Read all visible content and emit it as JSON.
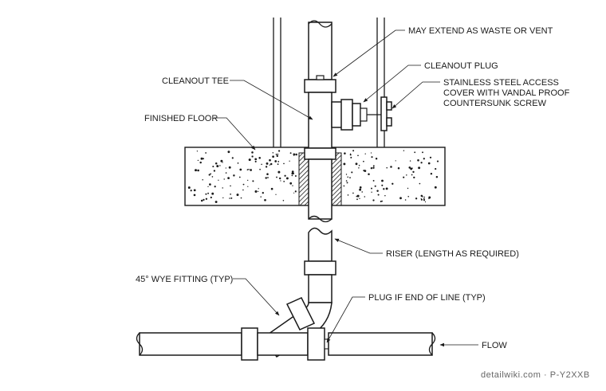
{
  "labels": {
    "waste_vent": "MAY EXTEND AS WASTE OR VENT",
    "cleanout_plug": "CLEANOUT PLUG",
    "access_cover_1": "STAINLESS STEEL ACCESS",
    "access_cover_2": "COVER WITH VANDAL PROOF",
    "access_cover_3": "COUNTERSUNK SCREW",
    "cleanout_tee": "CLEANOUT TEE",
    "finished_floor": "FINISHED FLOOR",
    "riser": "RISER (LENGTH AS REQUIRED)",
    "wye_fitting": "45° WYE FITTING (TYP)",
    "plug_end": "PLUG IF END OF LINE (TYP)",
    "flow": "FLOW"
  },
  "watermark": "detailwiki.com · P-Y2XXB"
}
